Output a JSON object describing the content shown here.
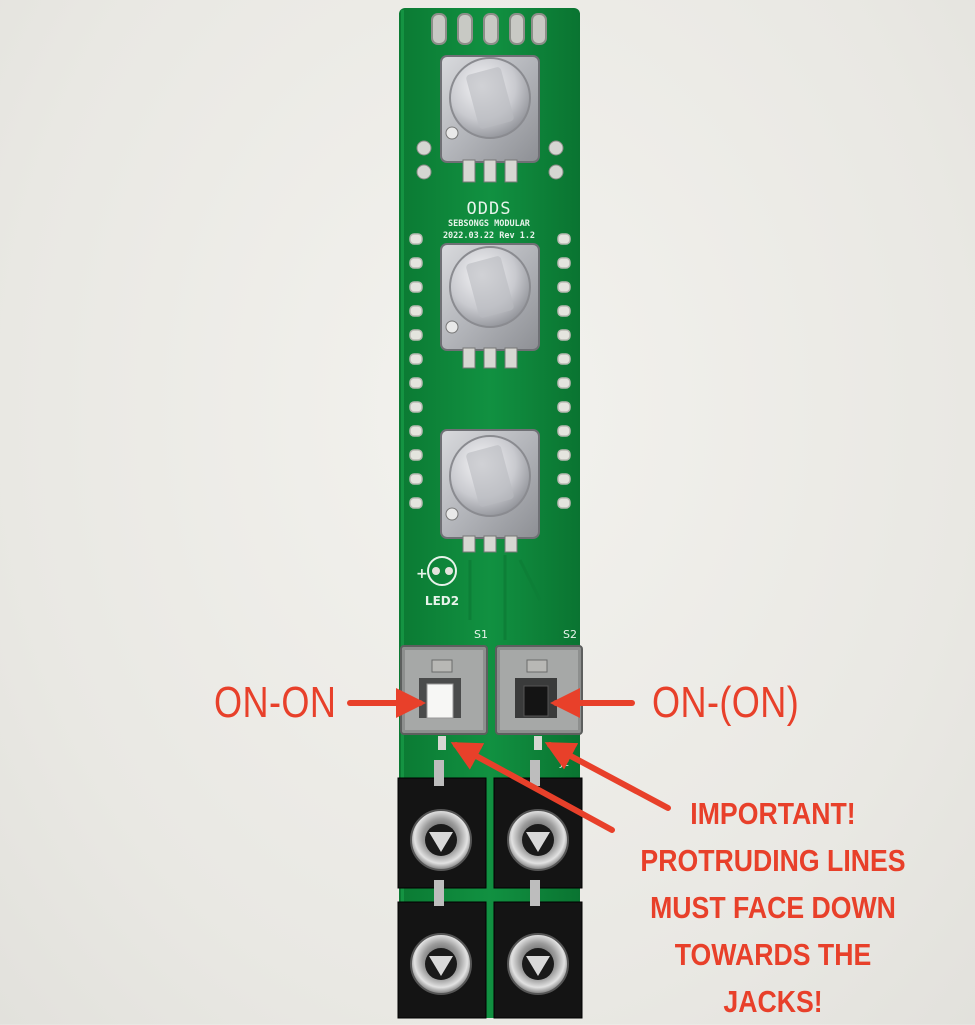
{
  "board": {
    "title": "ODDS",
    "maker": "SEBSONGS MODULAR",
    "revision": "2022.03.22 Rev 1.2",
    "led_label": "LED2",
    "led_polarity": "+",
    "switch1_label": "S1",
    "switch2_label": "S2",
    "jack_label": "J2",
    "pcb_color": "#0f8a3c"
  },
  "annotations": {
    "left_switch": "ON-ON",
    "right_switch": "ON-(ON)",
    "note_lines": [
      "IMPORTANT!",
      "PROTRUDING LINES",
      "MUST FACE DOWN",
      "TOWARDS THE JACKS!"
    ],
    "arrow_color": "#e8402a"
  }
}
